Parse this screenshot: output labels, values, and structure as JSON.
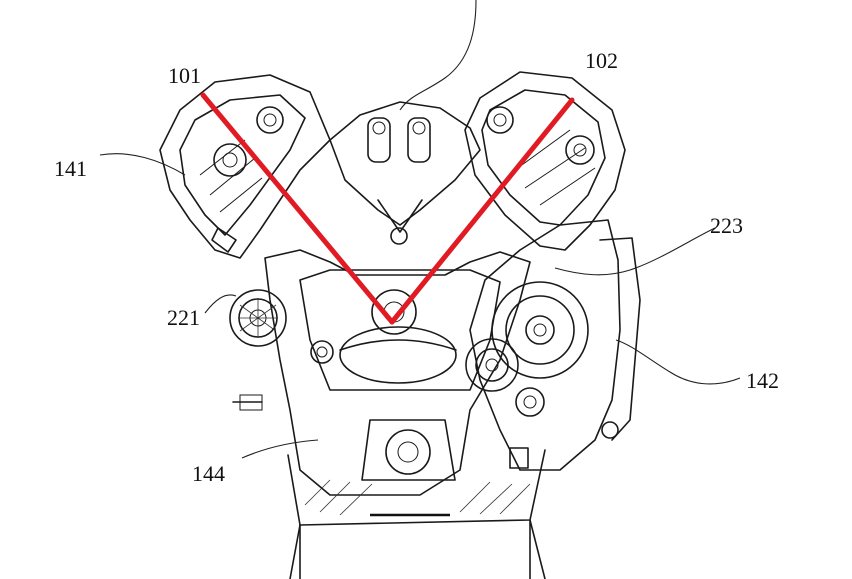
{
  "labels": {
    "bank_left": "101",
    "bank_right": "102",
    "part_141": "141",
    "part_142": "142",
    "part_144": "144",
    "part_221": "221",
    "part_223": "223"
  },
  "colors": {
    "bank_axis": "#e01b24",
    "line_art": "#1a1a1a",
    "background": "#ffffff"
  },
  "axes": {
    "count": 2
  }
}
